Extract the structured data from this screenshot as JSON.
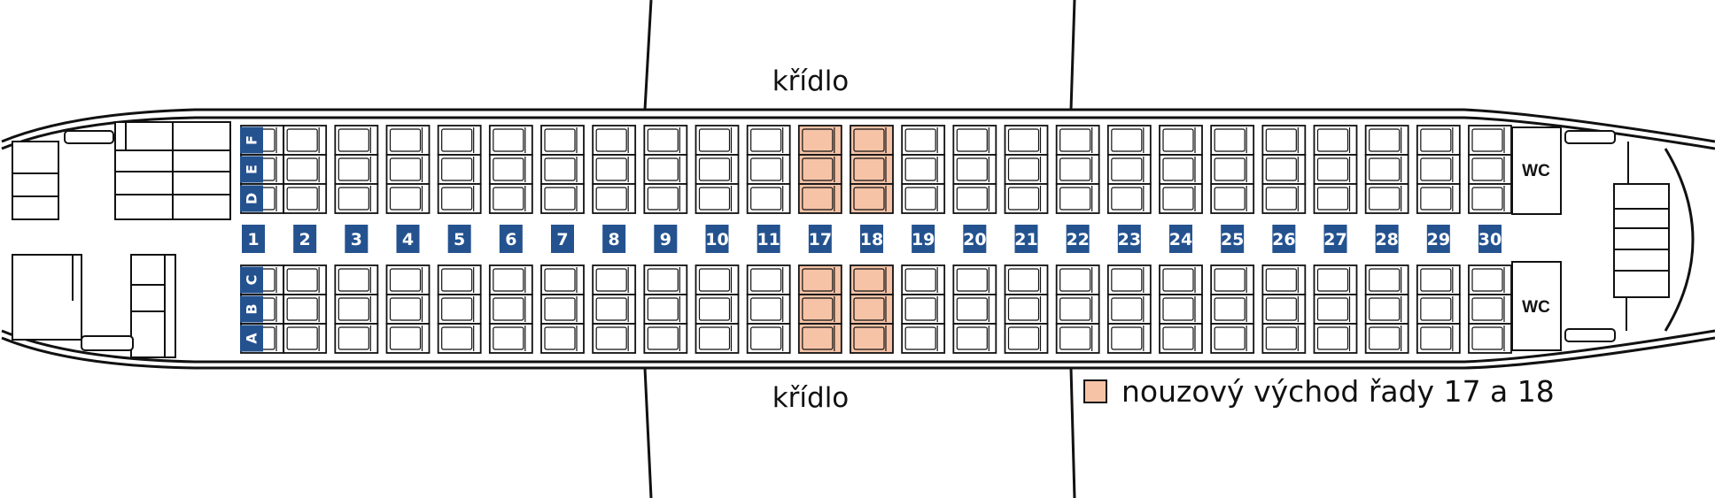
{
  "diagram": {
    "wing_top_label": "křídlo",
    "wing_bottom_label": "křídlo",
    "rows": [
      "1",
      "2",
      "3",
      "4",
      "5",
      "6",
      "7",
      "8",
      "9",
      "10",
      "11",
      "17",
      "18",
      "19",
      "20",
      "21",
      "22",
      "23",
      "24",
      "25",
      "26",
      "27",
      "28",
      "29",
      "30"
    ],
    "emergency_rows": [
      "17",
      "18"
    ],
    "upper_columns": [
      "D",
      "E",
      "F"
    ],
    "lower_columns": [
      "A",
      "B",
      "C"
    ],
    "wc_upper": "WC",
    "wc_lower": "WC",
    "legend": {
      "label": "nouzový východ řady 17 a 18"
    },
    "colors": {
      "badge": "#24528f",
      "emergency": "#f6c3a7",
      "outline": "#111111"
    }
  }
}
